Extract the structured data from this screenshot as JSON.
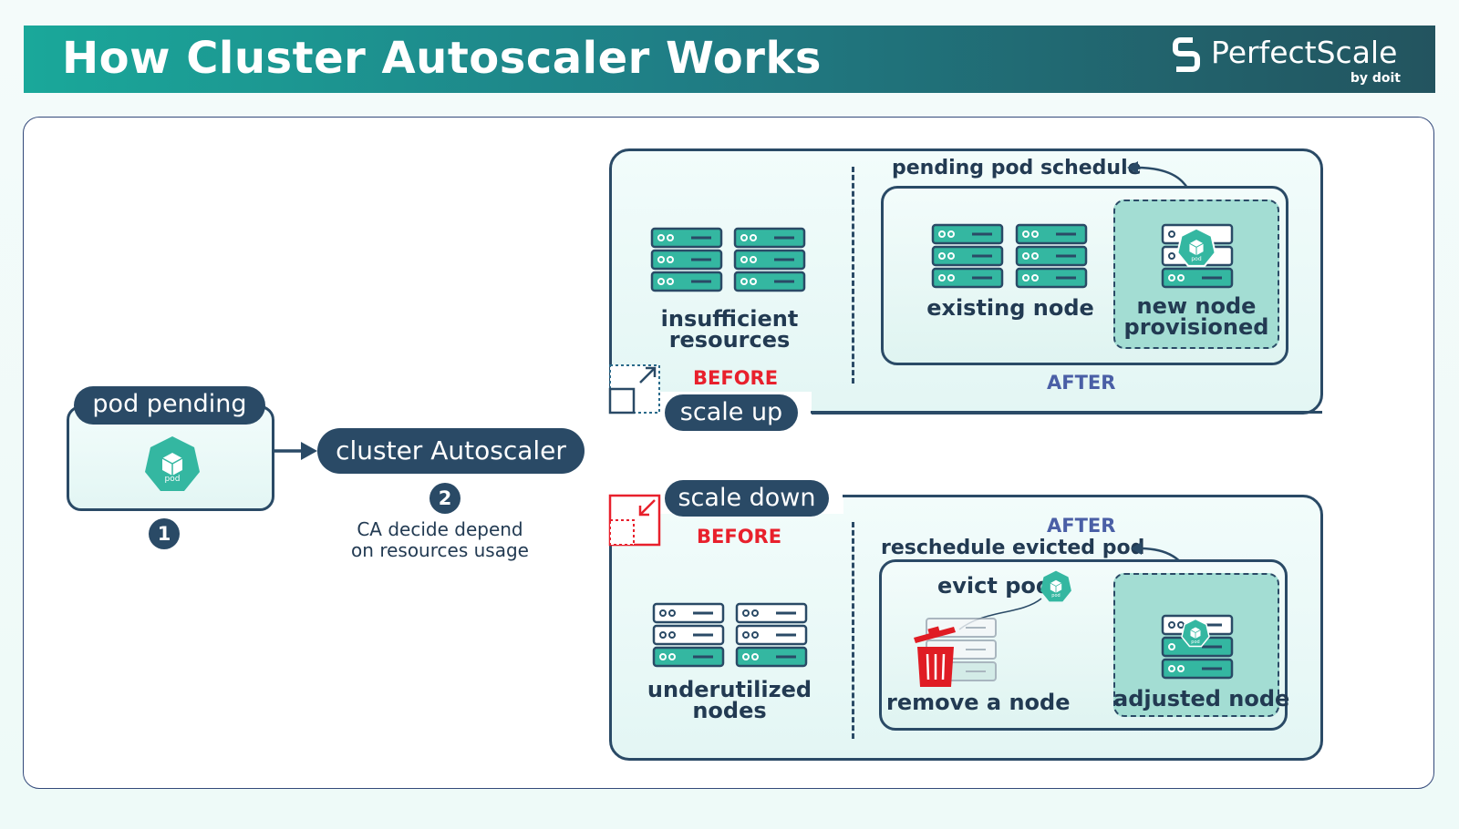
{
  "header": {
    "title": "How Cluster Autoscaler Works",
    "brand_name": "PerfectScale",
    "brand_sub": "by doit"
  },
  "step1": {
    "pill": "pod pending",
    "pod_label": "pod",
    "number": "1"
  },
  "step2": {
    "pill": "cluster Autoscaler",
    "number": "2",
    "caption": "CA decide depend\non resources usage"
  },
  "scale_up": {
    "pill": "scale up",
    "before_tag": "BEFORE",
    "before_label": "insufficient\nresources",
    "after_tag": "AFTER",
    "schedule_label": "pending pod schedule",
    "existing_label": "existing node",
    "new_label": "new node\nprovisioned",
    "pod_label": "pod"
  },
  "scale_down": {
    "pill": "scale down",
    "before_tag": "BEFORE",
    "before_label": "underutilized\nnodes",
    "after_tag": "AFTER",
    "reschedule_label": "reschedule evicted pod",
    "evict_label": "evict pod",
    "remove_label": "remove a node",
    "adjusted_label": "adjusted node",
    "pod_label": "pod"
  },
  "colors": {
    "teal": "#34b7a1",
    "navy": "#2a4a66",
    "before_red": "#e8202c",
    "after_blue": "#4a5fa6",
    "trash_red": "#e01c24"
  }
}
